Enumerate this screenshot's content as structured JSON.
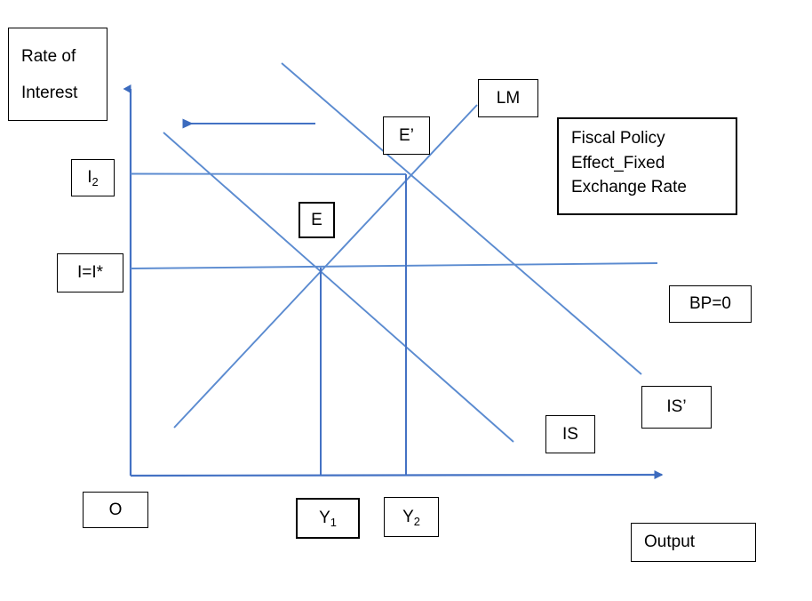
{
  "figure": {
    "title_box": {
      "lines": [
        "Fiscal Policy",
        "Effect_Fixed",
        "Exchange Rate"
      ]
    },
    "axes": {
      "y_axis_title_lines": [
        "Rate of",
        "Interest"
      ],
      "x_axis_title": "Output",
      "origin_label": "O"
    },
    "curve_labels": {
      "lm": "LM",
      "is": "IS",
      "is_prime": "IS’",
      "bp": "BP=0"
    },
    "equilibrium_labels": {
      "e": "E",
      "e_prime": "E’"
    },
    "interest_labels": {
      "i2_main": "I",
      "i2_sub": "2",
      "i_star": "I=I*"
    },
    "output_labels": {
      "y1_main": "Y",
      "y1_sub": "1",
      "y2_main": "Y",
      "y2_sub": "2"
    },
    "colors": {
      "line": "#4472C4",
      "axis": "#4472C4",
      "border": "#000000",
      "background": "#FFFFFF"
    }
  },
  "chart_data": {
    "type": "line",
    "title": "Fiscal Policy Effect_Fixed Exchange Rate",
    "xlabel": "Output",
    "ylabel": "Rate of Interest",
    "grid": false,
    "legend": "inline-curve-labels",
    "xlim": [
      147,
      752
    ],
    "ylim": [
      535,
      93
    ],
    "series": [
      {
        "name": "LM",
        "kind": "upward-sloping",
        "points": [
          [
            196,
            481
          ],
          [
            537,
            118
          ]
        ]
      },
      {
        "name": "IS",
        "kind": "downward-sloping",
        "points": [
          [
            184,
            149
          ],
          [
            578,
            497
          ]
        ]
      },
      {
        "name": "IS’",
        "kind": "downward-sloping-shifted-right",
        "points": [
          [
            317,
            71
          ],
          [
            722,
            421
          ]
        ]
      },
      {
        "name": "BP=0",
        "kind": "horizontal",
        "points": [
          [
            147,
            302
          ],
          [
            740,
            296
          ]
        ]
      },
      {
        "name": "I2 level line",
        "kind": "horizontal",
        "points": [
          [
            147,
            195
          ],
          [
            456,
            196
          ]
        ]
      },
      {
        "name": "Y1 dropline",
        "kind": "vertical",
        "points": [
          [
            361,
            303
          ],
          [
            361,
            535
          ]
        ]
      },
      {
        "name": "Y2 dropline",
        "kind": "vertical",
        "points": [
          [
            457,
            196
          ],
          [
            457,
            535
          ]
        ]
      },
      {
        "name": "shift arrow",
        "kind": "arrow-left",
        "points": [
          [
            355,
            139
          ],
          [
            203,
            139
          ]
        ]
      }
    ],
    "annotations": [
      {
        "label": "E",
        "x": 361,
        "y": 303
      },
      {
        "label": "E’",
        "x": 456,
        "y": 196
      },
      {
        "label": "I=I*",
        "x": 147,
        "y": 302
      },
      {
        "label": "I2",
        "x": 147,
        "y": 195
      },
      {
        "label": "Y1",
        "x": 361,
        "y": 535
      },
      {
        "label": "Y2",
        "x": 457,
        "y": 535
      }
    ]
  }
}
